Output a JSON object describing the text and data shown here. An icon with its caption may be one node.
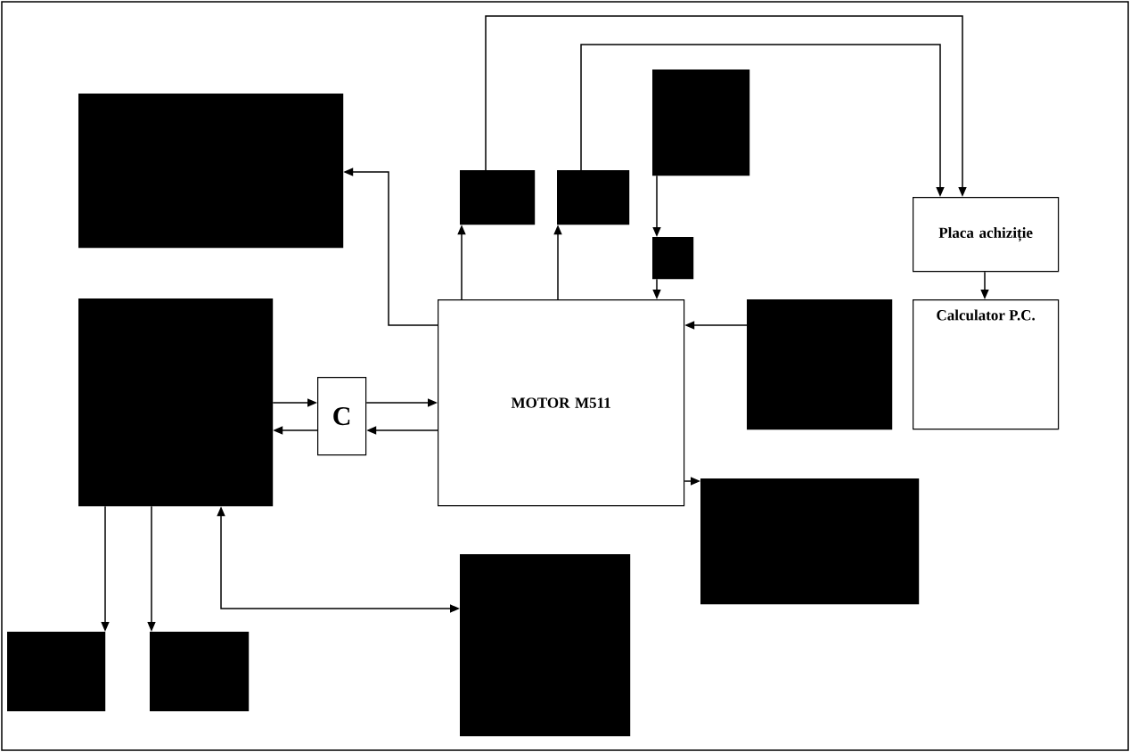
{
  "diagram": {
    "nodes": [
      {
        "text": [],
        "shape": "box"
      },
      {
        "text": [],
        "shape": "box"
      },
      {
        "text": [
          "C"
        ]
      },
      {
        "text": [
          "MOTOR M511"
        ]
      },
      {
        "text": [],
        "shape": "box"
      },
      {
        "text": [],
        "shape": "box"
      },
      {
        "text": [],
        "shape": "box"
      },
      {
        "text": [],
        "shape": "box"
      },
      {
        "text": [],
        "shape": "box"
      },
      {
        "text": [],
        "shape": "box"
      },
      {
        "text": [],
        "shape": "box"
      },
      {
        "text": [],
        "shape": "box"
      },
      {
        "text": [],
        "shape": "box"
      },
      {
        "text": [
          "Placa achiziție"
        ]
      },
      {
        "text": [
          "Calculator P.C."
        ]
      }
    ],
    "edges": [
      {
        "from": 3,
        "to": 0,
        "arrow": "to"
      },
      {
        "from": 3,
        "to": 4,
        "arrow": "to"
      },
      {
        "from": 3,
        "to": 5,
        "arrow": "to"
      },
      {
        "from": 4,
        "to": 13,
        "arrow": "to"
      },
      {
        "from": 5,
        "to": 13,
        "arrow": "to"
      },
      {
        "from": 6,
        "to": 7,
        "arrow": "to"
      },
      {
        "from": 7,
        "to": 3,
        "arrow": "to"
      },
      {
        "from": 8,
        "to": 3,
        "arrow": "to"
      },
      {
        "from": 3,
        "to": 9,
        "arrow": "to"
      },
      {
        "from": 13,
        "to": 14,
        "arrow": "to"
      },
      {
        "from": 1,
        "to": 2,
        "arrow": "to"
      },
      {
        "from": 2,
        "to": 1,
        "arrow": "to"
      },
      {
        "from": 2,
        "to": 3,
        "arrow": "to"
      },
      {
        "from": 3,
        "to": 2,
        "arrow": "to"
      },
      {
        "from": 1,
        "to": 11,
        "arrow": "to"
      },
      {
        "from": 1,
        "to": 12,
        "arrow": "to"
      },
      {
        "from": 1,
        "to": 10,
        "arrow": "both"
      }
    ]
  }
}
